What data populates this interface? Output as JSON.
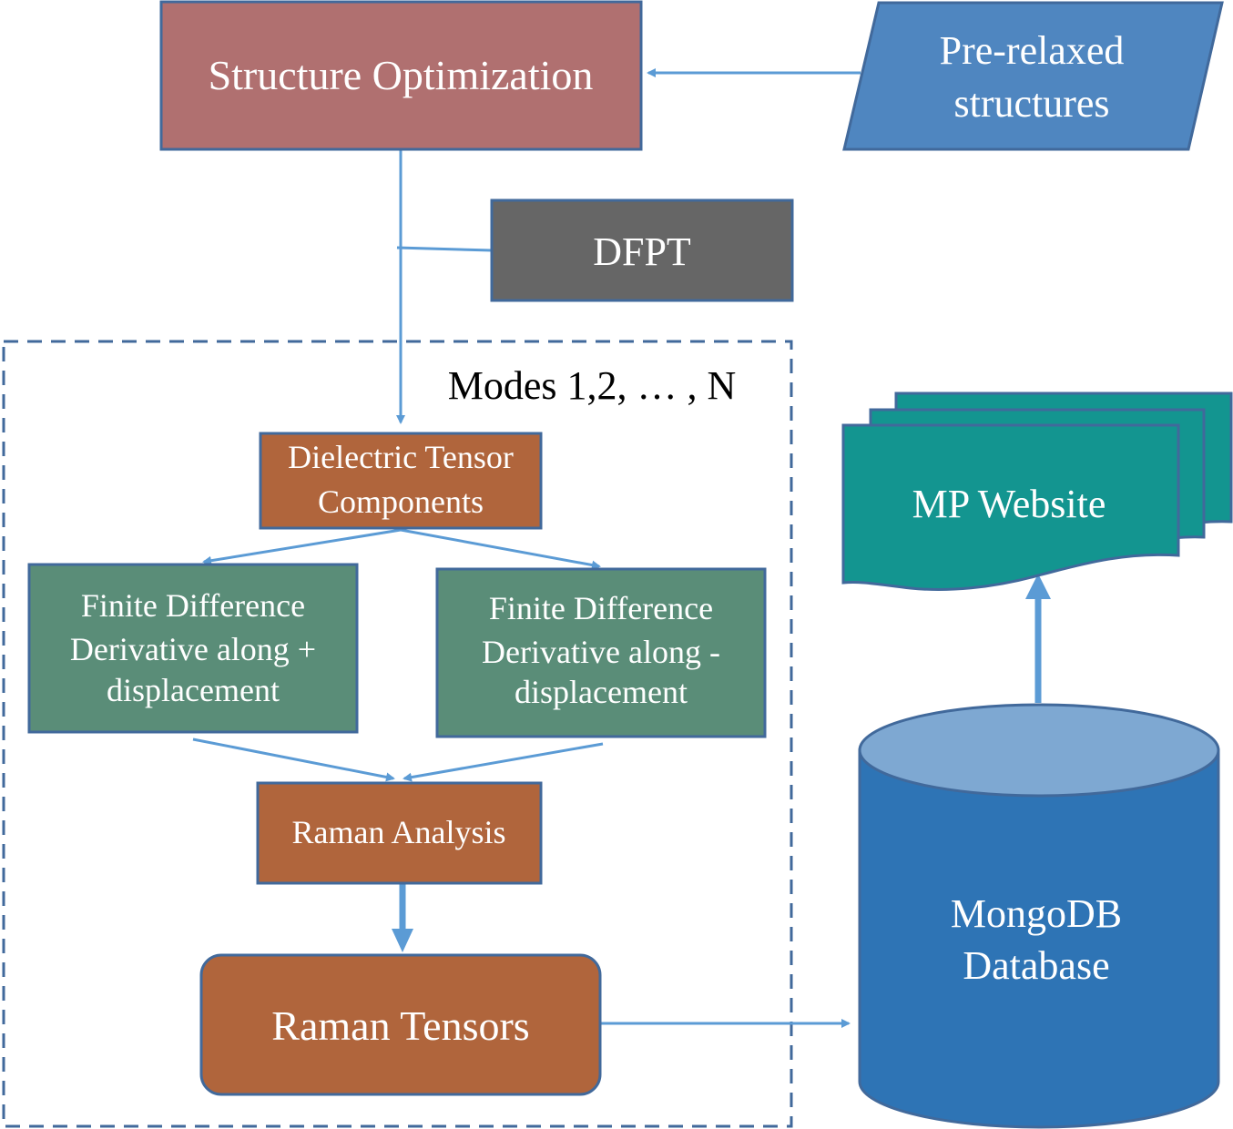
{
  "nodes": {
    "structure_optimization": "Structure Optimization",
    "pre_relaxed": [
      "Pre-relaxed",
      "structures"
    ],
    "dfpt": "DFPT",
    "modes_label": "Modes 1,2, … , N",
    "dielectric_tensor": [
      "Dielectric Tensor",
      "Components"
    ],
    "fd_plus": [
      "Finite Difference",
      "Derivative along +",
      "displacement"
    ],
    "fd_minus": [
      "Finite Difference",
      "Derivative along -",
      "displacement"
    ],
    "raman_analysis": "Raman Analysis",
    "raman_tensors": "Raman Tensors",
    "mp_website": "MP Website",
    "mongodb": [
      "MongoDB",
      "Database"
    ]
  },
  "colors": {
    "structure_opt_fill": "#b07070",
    "pre_relaxed_fill": "#4f86c0",
    "dfpt_fill": "#666666",
    "orange_fill": "#b0653c",
    "green_fill": "#5a8d78",
    "teal_fill": "#139590",
    "db_fill": "#2e74b5",
    "db_top": "#7ea8d2",
    "border": "#41699b",
    "connector": "#5b9bd5"
  }
}
